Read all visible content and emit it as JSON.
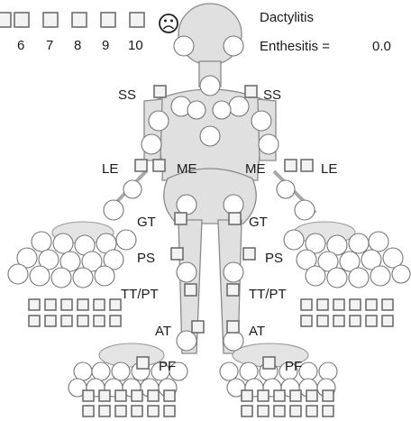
{
  "scale": {
    "numbers": [
      "6",
      "7",
      "8",
      "9",
      "10"
    ],
    "face_icon": "frown-face-icon"
  },
  "dactylitis": {
    "label": "Dactylitis"
  },
  "enthesitis": {
    "label": "Enthesitis =",
    "value": "0.0"
  },
  "sites": {
    "ss_left": "SS",
    "ss_right": "SS",
    "le_left": "LE",
    "me_left": "ME",
    "me_right": "ME",
    "le_right": "LE",
    "gt_left": "GT",
    "gt_right": "GT",
    "ps_left": "PS",
    "ps_right": "PS",
    "ttpt_left": "TT/PT",
    "ttpt_right": "TT/PT",
    "at_left": "AT",
    "at_right": "AT",
    "pf_left": "PF",
    "pf_right": "PF"
  },
  "colors": {
    "body_fill": "#e0e0e0",
    "outline": "#777777",
    "box_fill": "#f3f3f3"
  }
}
